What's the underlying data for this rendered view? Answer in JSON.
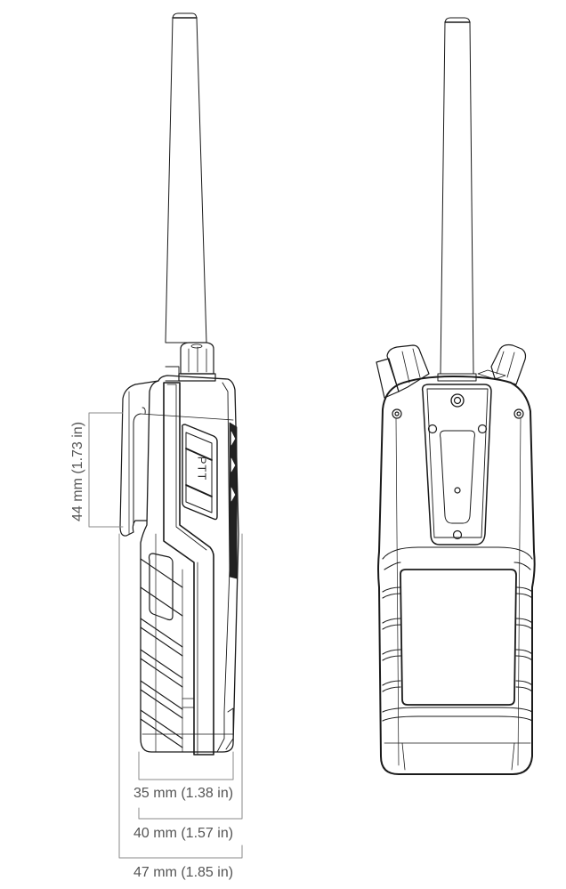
{
  "figure": {
    "subject": "handheld VHF radio dimension drawing",
    "views": [
      {
        "name": "side-view",
        "label": ""
      },
      {
        "name": "back-view",
        "label": ""
      }
    ],
    "button_text": "PTT",
    "line_color": "#1a1a1a",
    "dimension_line_color": "#888888",
    "dimension_text_color": "#555555"
  },
  "dimensions": {
    "clip_height": "44 mm (1.73 in)",
    "depth_body": "35 mm (1.38 in)",
    "depth_with_knob": "40 mm (1.57 in)",
    "depth_with_clip": "47 mm (1.85 in)"
  }
}
